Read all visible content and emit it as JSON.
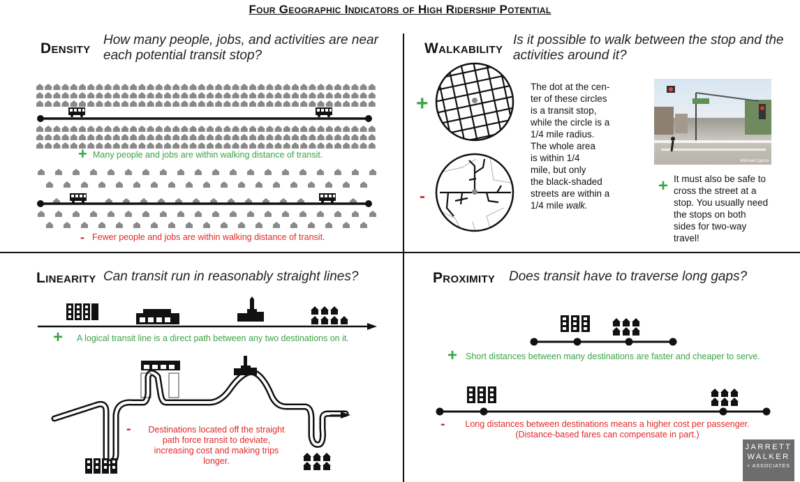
{
  "title": "Four Geographic Indicators of High Ridership Potential",
  "density": {
    "name": "Density",
    "question": "How many people, jobs, and activities are near each potential transit stop?",
    "plus_caption": "Many people and jobs are within walking distance of transit.",
    "minus_caption": "Fewer people and jobs are within walking distance of transit."
  },
  "walkability": {
    "name": "Walkability",
    "question": "Is it possible to walk between the stop and the activities around it?",
    "circles_text_lines": [
      "The dot at the cen-",
      "ter of these circles",
      "is a transit stop,",
      "while the circle is a",
      "1/4 mile radius.",
      "The whole area",
      "is within 1/4",
      "mile, but only",
      "the black-shaded",
      "streets are within a"
    ],
    "circles_text_last": "1/4 mile",
    "circles_text_last_em": "walk.",
    "photo_credit": "Michael Cyprus",
    "safe_text_lines": [
      "It must also be safe to",
      "cross the street at a",
      "stop. You usually need",
      "the stops on both",
      "sides for two-way",
      "travel!"
    ]
  },
  "linearity": {
    "name": "Linearity",
    "question": "Can transit run in reasonably straight lines?",
    "plus_caption": "A logical transit line is a direct path between any two destinations on it.",
    "minus_caption_lines": [
      "Destinations located off the straight",
      "path force transit to deviate,",
      "increasing cost and making trips",
      "longer."
    ]
  },
  "proximity": {
    "name": "Proximity",
    "question": "Does transit have to traverse long gaps?",
    "plus_caption": "Short distances between many destinations are faster and cheaper to serve.",
    "minus_caption_lines": [
      "Long distances between destinations means a higher cost per passenger.",
      "(Distance-based fares can compensate in part.)"
    ]
  },
  "symbols": {
    "plus": "+",
    "minus": "-"
  },
  "logo": {
    "line1": "JARRETT",
    "line2": "WALKER",
    "line3": "+ ASSOCIATES"
  },
  "colors": {
    "plus": "#3aa347",
    "minus": "#e02828",
    "house": "#8a8a8a"
  },
  "icons": [
    "house-icon",
    "bus-icon",
    "office-tower-icon",
    "shopping-center-icon",
    "church-icon",
    "houses-cluster-icon"
  ]
}
